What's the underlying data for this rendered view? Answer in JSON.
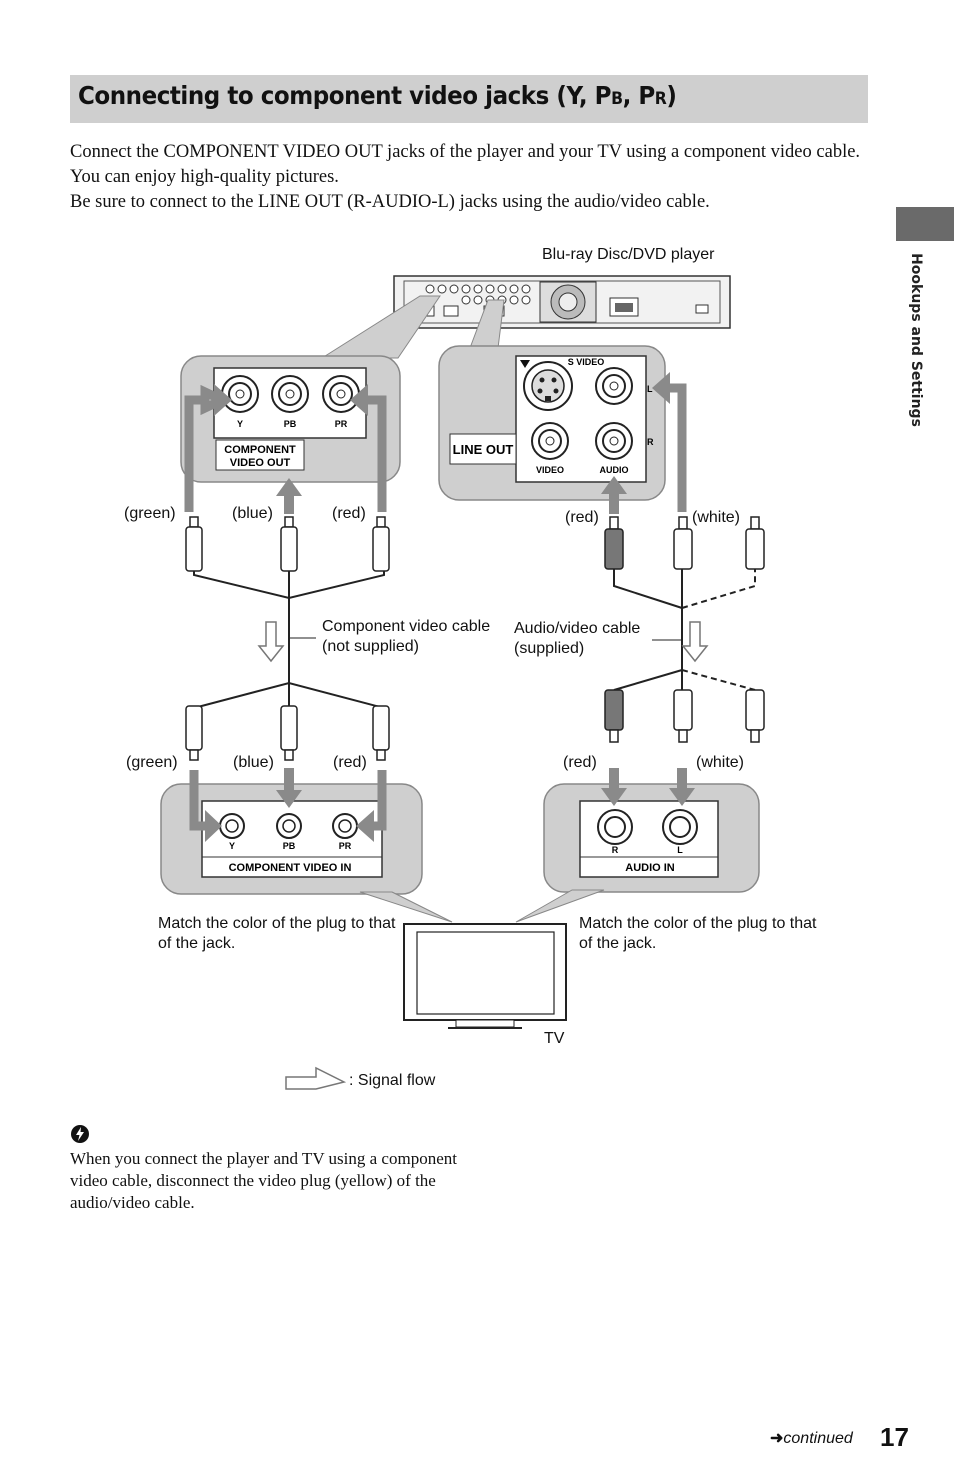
{
  "section": {
    "title_main": "Connecting to component video jacks (Y, P",
    "title_sub1": "B",
    "title_sep": ", P",
    "title_sub2": "R",
    "title_end": ")"
  },
  "intro": {
    "line1": "Connect the COMPONENT VIDEO OUT jacks of the player and your TV using a component video cable. You can enjoy high-quality pictures.",
    "line2": "Be sure to connect to the LINE OUT (R-AUDIO-L) jacks using the audio/video cable."
  },
  "side_label": "Hookups and Settings",
  "diagram": {
    "player_label": "Blu-ray Disc/DVD player",
    "out_panel": {
      "jack_y": "Y",
      "jack_pb": "PB",
      "jack_pr": "PR",
      "caption1": "COMPONENT",
      "caption2": "VIDEO OUT"
    },
    "line_panel": {
      "line_out": "LINE OUT",
      "s_video": "S VIDEO",
      "video": "VIDEO",
      "audio": "AUDIO",
      "l": "L",
      "r": "R"
    },
    "top_left_colors": [
      "(green)",
      "(blue)",
      "(red)"
    ],
    "top_right_colors": [
      "(red)",
      "(white)"
    ],
    "bottom_left_colors": [
      "(green)",
      "(blue)",
      "(red)"
    ],
    "bottom_right_colors": [
      "(red)",
      "(white)"
    ],
    "component_cable": "Component video cable (not supplied)",
    "av_cable": "Audio/video cable (supplied)",
    "in_panel": {
      "jack_y": "Y",
      "jack_pb": "PB",
      "jack_pr": "PR",
      "caption": "COMPONENT VIDEO IN"
    },
    "audio_in_panel": {
      "r": "R",
      "l": "L",
      "caption": "AUDIO IN"
    },
    "match_left": "Match the color of the plug to that of the jack.",
    "match_right": "Match the color of the plug to that of the jack.",
    "tv_label": "TV",
    "signal_flow": ": Signal flow"
  },
  "hint": {
    "icon": "hint-icon",
    "text": "When you connect the player and TV using a component video cable, disconnect the video plug (yellow) of the audio/video cable."
  },
  "footer": {
    "continued": "continued",
    "page": "17"
  }
}
